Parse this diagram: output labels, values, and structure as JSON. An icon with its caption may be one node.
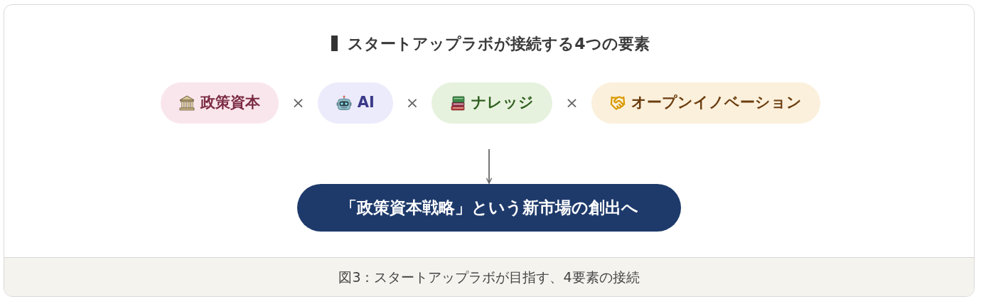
{
  "diagram": {
    "title": "スタートアップラボが接続する4つの要素",
    "caption": "図3：スタートアップラボが目指す、4要素の接続",
    "nodes": [
      {
        "text": [
          "政策資本"
        ]
      },
      {
        "text": [
          "AI"
        ]
      },
      {
        "text": [
          "ナレッジ"
        ]
      },
      {
        "text": [
          "オープンイノベーション"
        ]
      },
      {
        "text": [
          "「政策資本戦略」という新市場の創出へ"
        ]
      }
    ],
    "edges": [
      {
        "from": null,
        "to": 4,
        "arrow": "to"
      }
    ],
    "labels": [
      "×",
      "×",
      "×"
    ]
  }
}
